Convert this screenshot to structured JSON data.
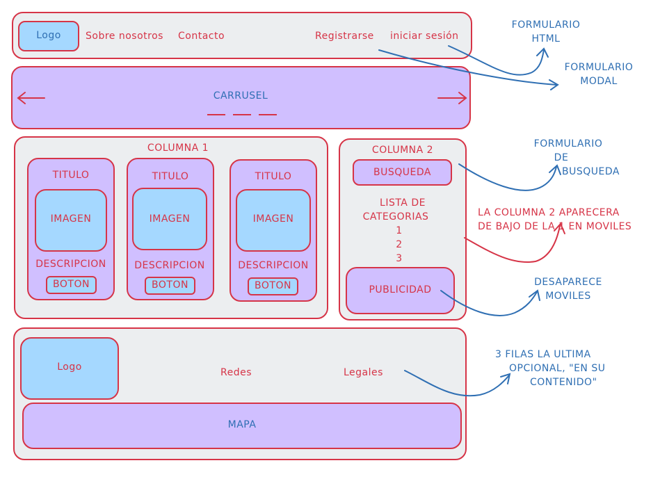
{
  "header": {
    "logo": "Logo",
    "nav_about": "Sobre nosotros",
    "nav_contact": "Contacto",
    "register": "Registrarse",
    "login": "iniciar sesión"
  },
  "carousel": {
    "label": "CARRUSEL"
  },
  "column1": {
    "title": "COLUMNA 1",
    "cards": [
      {
        "title": "TITULO",
        "image": "IMAGEN",
        "description": "DESCRIPCION",
        "button": "BOTON"
      },
      {
        "title": "TITULO",
        "image": "IMAGEN",
        "description": "DESCRIPCION",
        "button": "BOTON"
      },
      {
        "title": "TITULO",
        "image": "IMAGEN",
        "description": "DESCRIPCION",
        "button": "BOTON"
      }
    ]
  },
  "column2": {
    "title": "COLUMNA 2",
    "search": "BUSQUEDA",
    "categories_line1": "LISTA DE",
    "categories_line2": "CATEGORIAS",
    "categories": [
      "1",
      "2",
      "3"
    ],
    "ad": "PUBLICIDAD"
  },
  "footer": {
    "logo": "Logo",
    "social": "Redes",
    "legal": "Legales",
    "map": "MAPA"
  },
  "annotations": {
    "form_html_1": "FORMULARIO",
    "form_html_2": "HTML",
    "form_modal_1": "FORMULARIO",
    "form_modal_2": "MODAL",
    "form_search_1": "FORMULARIO",
    "form_search_2": "DE",
    "form_search_3": "BUSQUEDA",
    "col2_note_1": "LA COLUMNA 2 APARECERA",
    "col2_note_2": "DE BAJO DE LA 1 EN MOVILES",
    "hide_1": "DESAPARECE",
    "hide_2": "MOVILES",
    "rows_1": "3 FILAS LA ULTIMA",
    "rows_2": "OPCIONAL, \"EN SU",
    "rows_3": "CONTENIDO\""
  },
  "colors": {
    "stroke_red": "#d63447",
    "stroke_blue": "#2f6fb3",
    "fill_gray": "#eceef0",
    "fill_purple": "#d0bfff",
    "fill_blue": "#a5d8ff"
  }
}
